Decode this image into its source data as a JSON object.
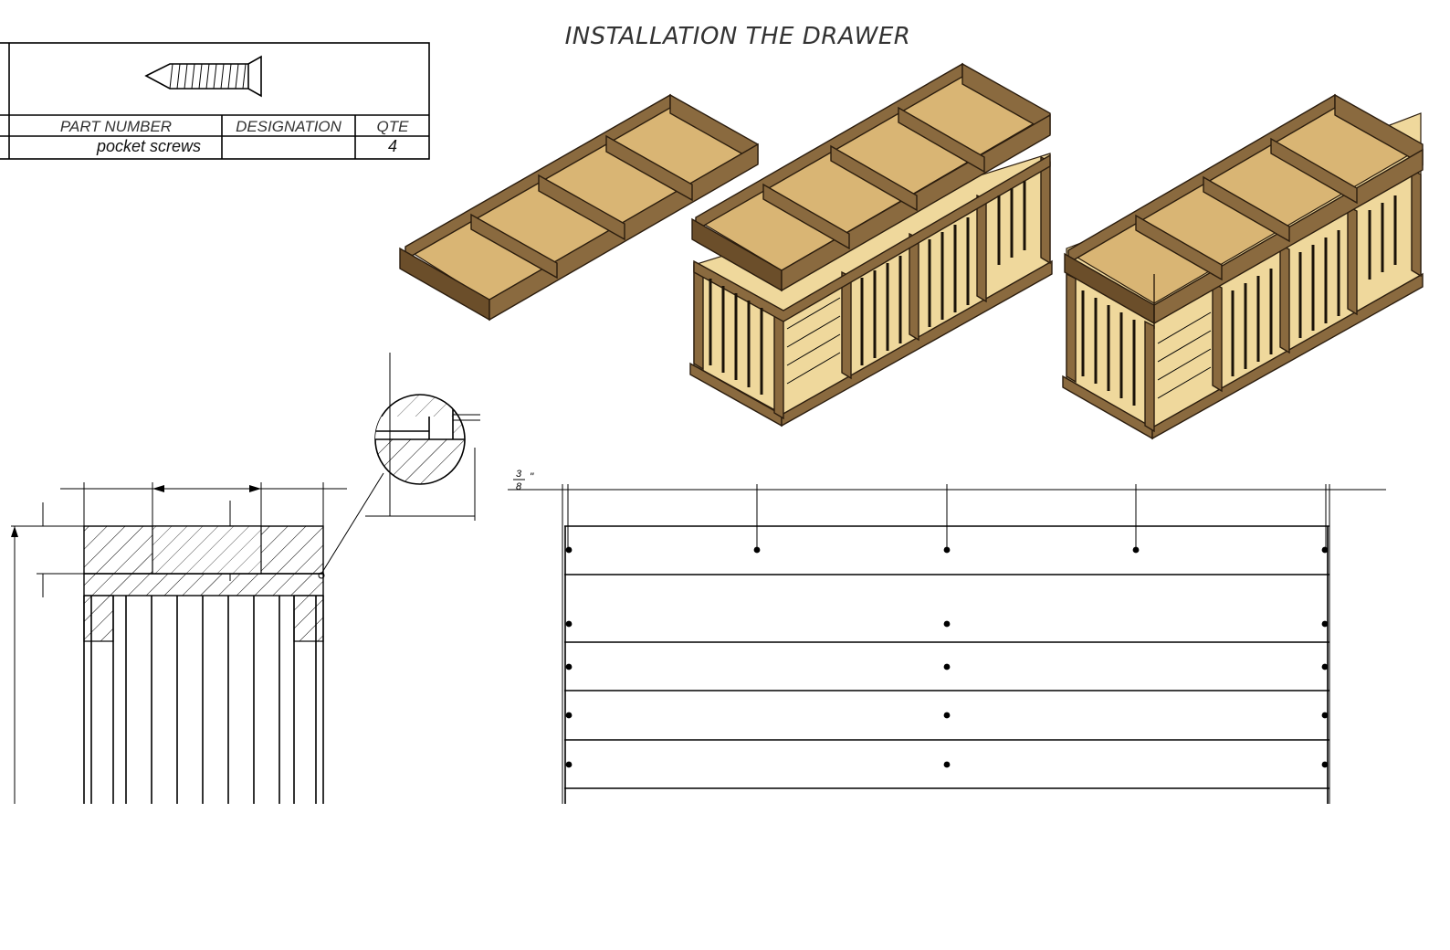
{
  "title": "INSTALLATION THE DRAWER",
  "parts_table": {
    "headers": {
      "part_number": "PART NUMBER",
      "designation": "DESIGNATION",
      "qty": "QTE"
    },
    "rows": [
      {
        "part_number": "pocket screws",
        "designation": "",
        "qty": "4"
      }
    ]
  },
  "dimension_fraction": {
    "numerator": "3",
    "denominator": "8",
    "unit": "\""
  },
  "icons": [
    "screw-icon",
    "detail-circle-icon"
  ],
  "colors": {
    "wood": "#8a6a3f",
    "plywood": "#d9b574",
    "line": "#000000"
  }
}
